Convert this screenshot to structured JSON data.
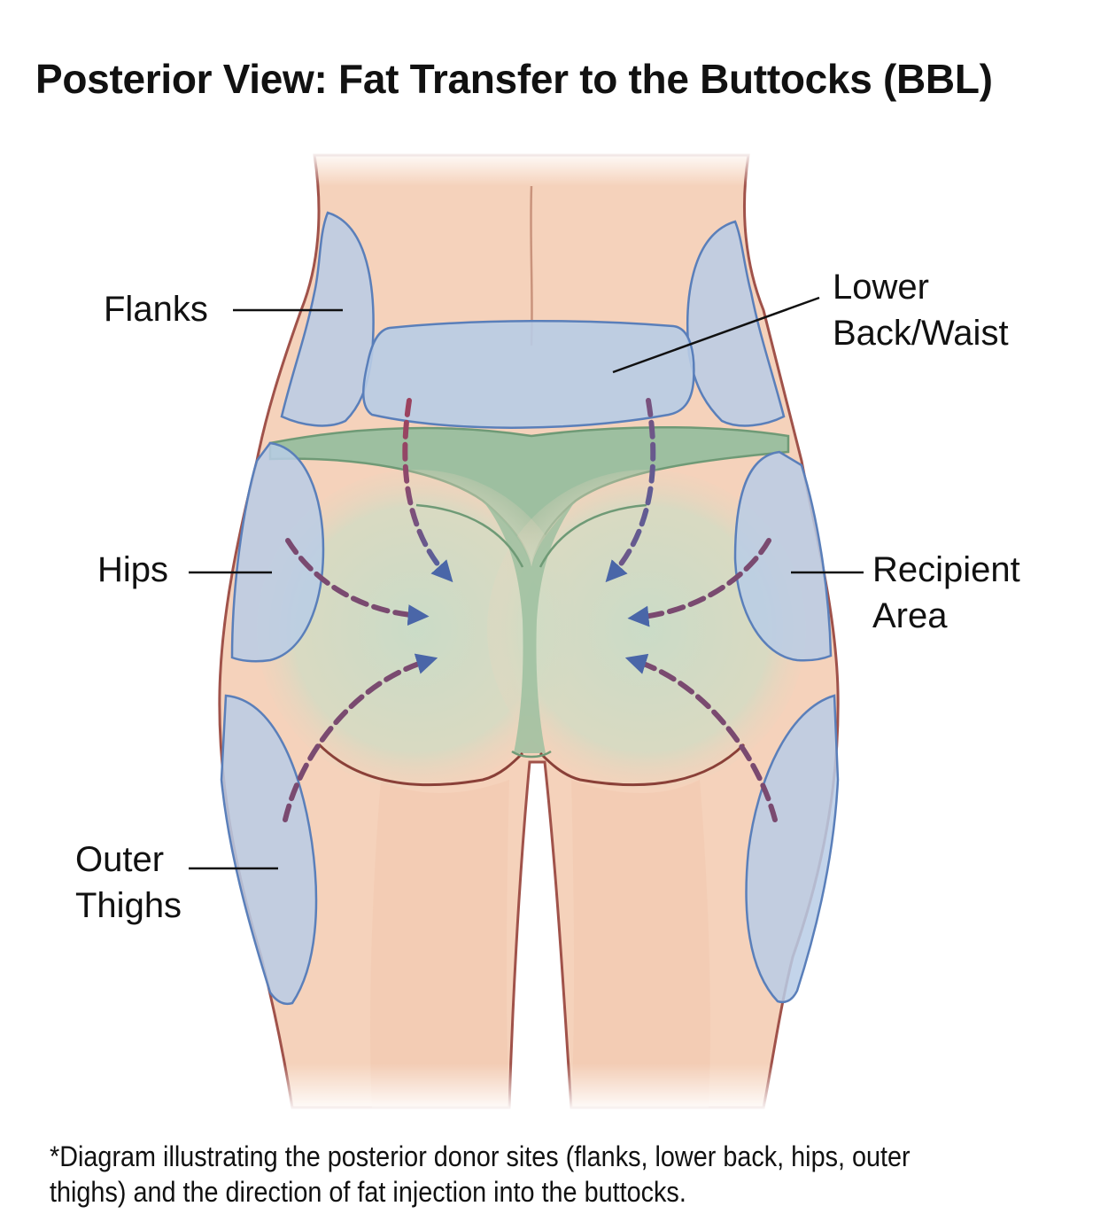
{
  "title": "Posterior View: Fat Transfer to the Buttocks (BBL)",
  "labels": {
    "flanks": "Flanks",
    "lower_back_line1": "Lower",
    "lower_back_line2": "Back/Waist",
    "hips": "Hips",
    "recipient_line1": "Recipient",
    "recipient_line2": "Area",
    "outer_thighs_line1": "Outer",
    "outer_thighs_line2": "Thighs"
  },
  "caption": {
    "line1": "*Diagram illustrating the posterior donor sites (flanks, lower back, hips, outer",
    "line2": "thighs) and the direction of fat injection into the buttocks."
  },
  "colors": {
    "skin": "#f5d2bb",
    "skin_outline": "#a0524a",
    "donor_fill": "#b8cce6",
    "donor_stroke": "#5a7fba",
    "garment": "#9dbfa0",
    "arrow_head": "#4a66a8",
    "arrow_tail": "#a0405a"
  }
}
